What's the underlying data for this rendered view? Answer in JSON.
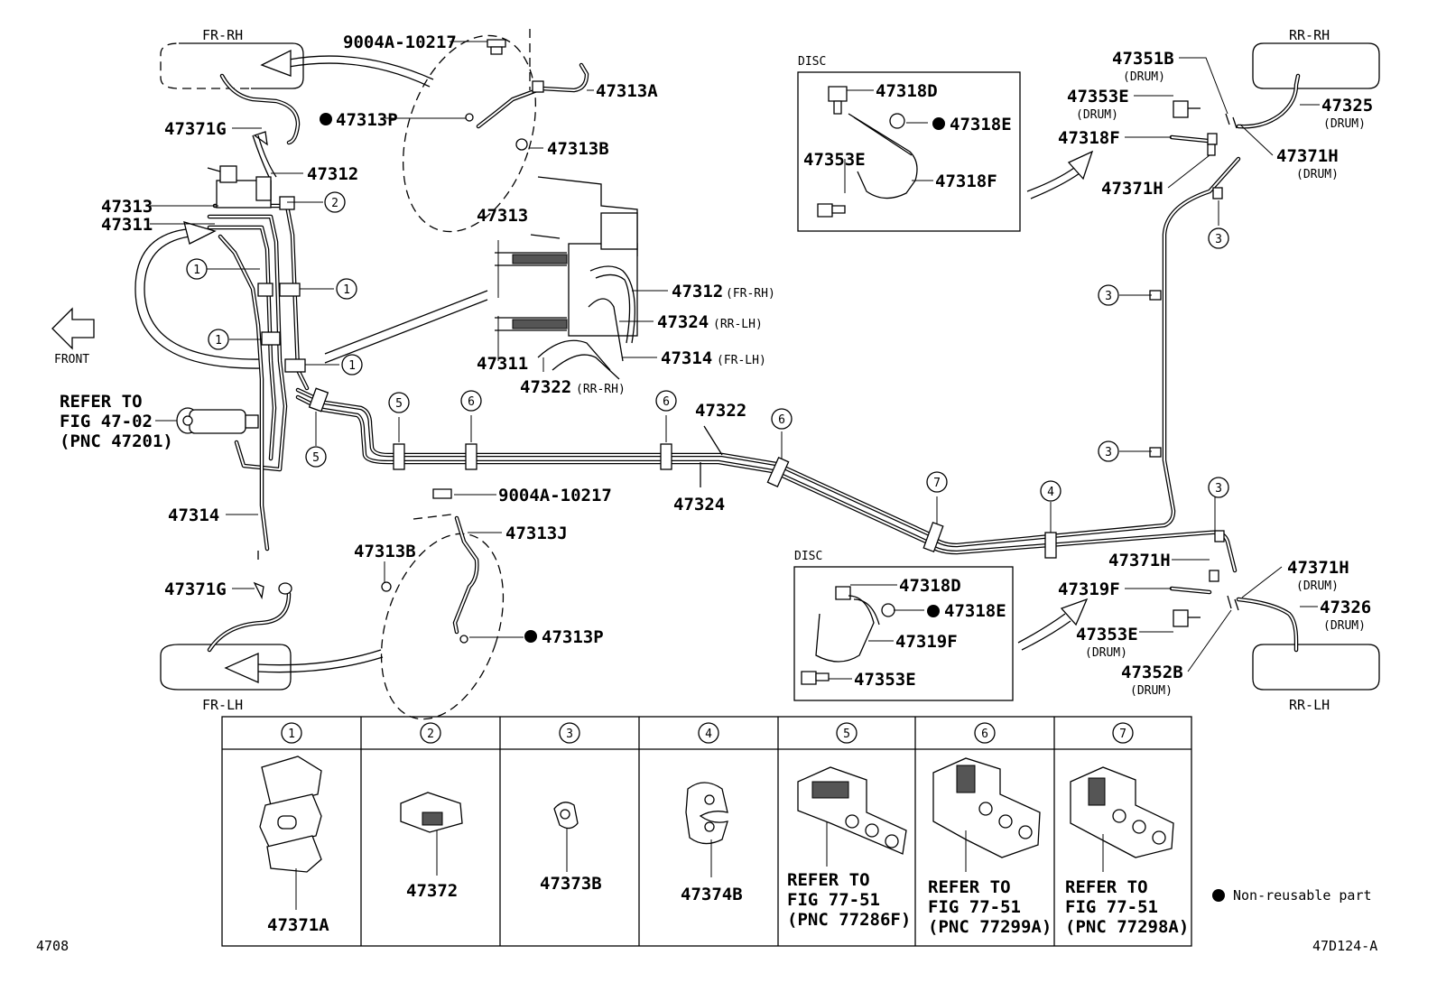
{
  "wheels": {
    "fr_rh": "FR-RH",
    "fr_lh": "FR-LH",
    "rr_rh": "RR-RH",
    "rr_lh": "RR-LH"
  },
  "front_label": "FRONT",
  "refer_master_cylinder": [
    "REFER TO",
    "FIG 47-02",
    "(PNC 47201)"
  ],
  "parts": {
    "p9004a_top": "9004A-10217",
    "p47313a": "47313A",
    "p47313p_top": "47313P",
    "p47313b_top": "47313B",
    "p47371g_top": "47371G",
    "p47312": "47312",
    "p47313": "47313",
    "p47311": "47311",
    "inset_47313": "47313",
    "inset_47311": "47311",
    "inset_47312": "47312",
    "inset_47312_q": "(FR-RH)",
    "inset_47324": "47324",
    "inset_47324_q": "(RR-LH)",
    "inset_47314": "47314",
    "inset_47314_q": "(FR-LH)",
    "inset_47322": "47322",
    "inset_47322_q": "(RR-RH)",
    "p47322": "47322",
    "p47324": "47324",
    "p47314": "47314",
    "p9004a_bot": "9004A-10217",
    "p47313j": "47313J",
    "p47313b_bot": "47313B",
    "p47371g_bot": "47371G",
    "p47313p_bot": "47313P",
    "disc_top_title": "DISC",
    "disc_top_47318d": "47318D",
    "disc_top_47318e": "47318E",
    "disc_top_47353e": "47353E",
    "disc_top_47318f": "47318F",
    "disc_bot_title": "DISC",
    "disc_bot_47318d": "47318D",
    "disc_bot_47318e": "47318E",
    "disc_bot_47319f": "47319F",
    "disc_bot_47353e": "47353E",
    "rr_47351b": "47351B",
    "rr_47351b_q": "(DRUM)",
    "rr_47353e_top": "47353E",
    "rr_47353e_top_q": "(DRUM)",
    "rr_47318f": "47318F",
    "rr_47371h_top": "47371H",
    "rr_47325": "47325",
    "rr_47325_q": "(DRUM)",
    "rr_47371h_drum_top": "47371H",
    "rr_47371h_drum_top_q": "(DRUM)",
    "rr_47371h_bot": "47371H",
    "rr_47319f": "47319F",
    "rr_47353e_bot": "47353E",
    "rr_47353e_bot_q": "(DRUM)",
    "rr_47352b": "47352B",
    "rr_47352b_q": "(DRUM)",
    "rr_47371h_drum_bot": "47371H",
    "rr_47371h_drum_bot_q": "(DRUM)",
    "rr_47326": "47326",
    "rr_47326_q": "(DRUM)"
  },
  "callouts": [
    "1",
    "2",
    "3",
    "4",
    "5",
    "6",
    "7"
  ],
  "legend_table": {
    "headers": [
      "1",
      "2",
      "3",
      "4",
      "5",
      "6",
      "7"
    ],
    "cells": [
      {
        "lines": [
          "47371A"
        ]
      },
      {
        "lines": [
          "47372"
        ]
      },
      {
        "lines": [
          "47373B"
        ]
      },
      {
        "lines": [
          "47374B"
        ]
      },
      {
        "lines": [
          "REFER TO",
          "FIG 77-51",
          "(PNC 77286F)"
        ]
      },
      {
        "lines": [
          "REFER TO",
          "FIG 77-51",
          "(PNC 77299A)"
        ]
      },
      {
        "lines": [
          "REFER TO",
          "FIG 77-51",
          "(PNC 77298A)"
        ]
      }
    ]
  },
  "non_reusable_note": "Non-reusable part",
  "footer_left": "4708",
  "footer_right": "47D124-A"
}
